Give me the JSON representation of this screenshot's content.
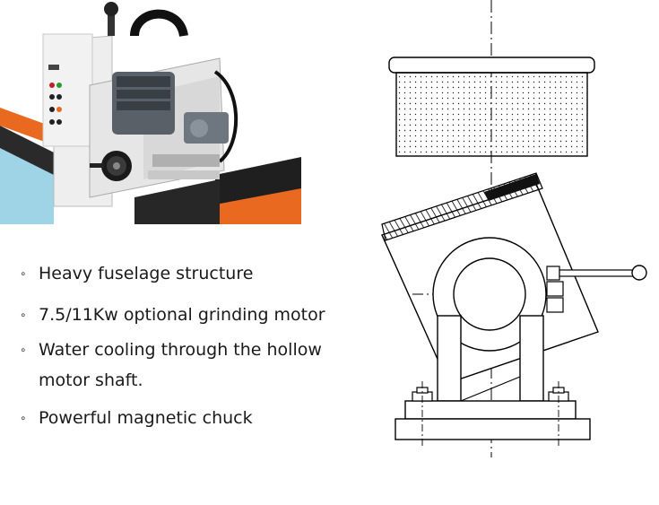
{
  "features": [
    {
      "bullet": "∘",
      "text": "Heavy fuselage structure"
    },
    {
      "bullet": "∘",
      "text": "7.5/11Kw optional grinding motor"
    },
    {
      "bullet": "∘",
      "text": "Water cooling through the hollow motor shaft."
    },
    {
      "bullet": "∘",
      "text": "Powerful magnetic chuck"
    }
  ],
  "colors": {
    "accent_orange": "#e8691f",
    "machine_white": "#ececec",
    "bed_blue": "#9fd3e6",
    "motor_grey": "#5a6068",
    "line_black": "#000000",
    "dot_fill": "#f4f4f4"
  },
  "icons": {
    "gear": "gear-icon",
    "handwheel": "handwheel-icon"
  }
}
